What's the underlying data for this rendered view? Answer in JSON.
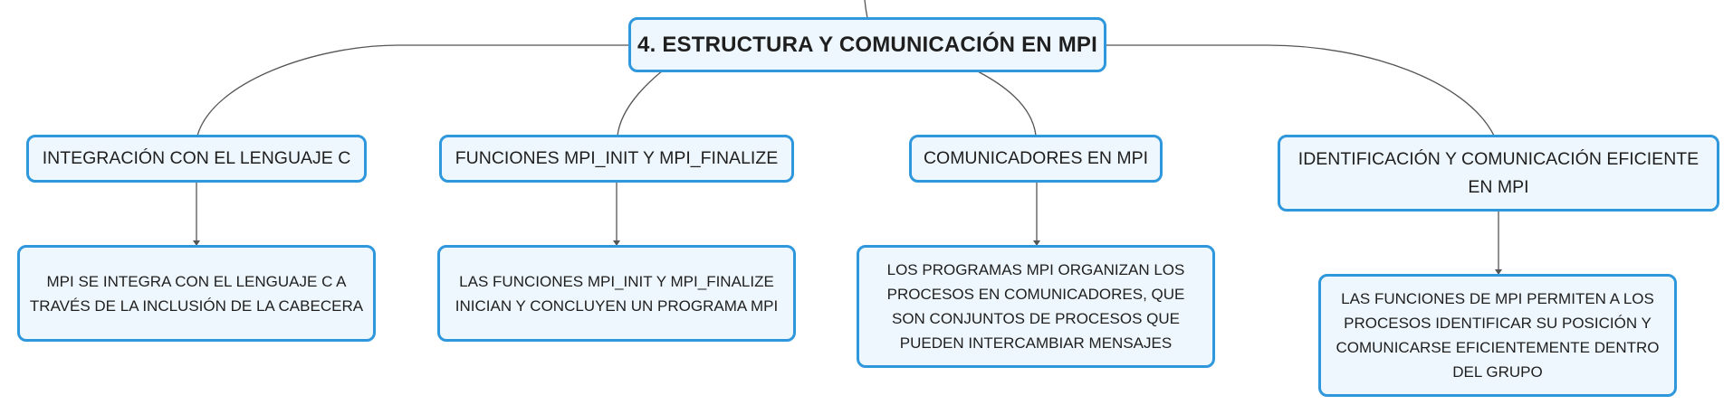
{
  "colors": {
    "node_border": "#2f97dc",
    "node_fill": "#eef7fd",
    "connector": "#555555",
    "text": "#1f1f1f"
  },
  "root": {
    "label": "4. ESTRUCTURA Y COMUNICACIÓN EN MPI"
  },
  "branches": [
    {
      "label": "INTEGRACIÓN CON EL LENGUAJE C",
      "detail": "MPI SE INTEGRA CON EL LENGUAJE C A TRAVÉS DE LA INCLUSIÓN DE LA CABECERA"
    },
    {
      "label": "FUNCIONES MPI_INIT Y MPI_FINALIZE",
      "detail": "LAS FUNCIONES MPI_INIT Y MPI_FINALIZE INICIAN Y CONCLUYEN UN PROGRAMA MPI"
    },
    {
      "label": "COMUNICADORES EN MPI",
      "detail": "LOS PROGRAMAS MPI ORGANIZAN LOS PROCESOS EN COMUNICADORES, QUE SON CONJUNTOS DE PROCESOS QUE PUEDEN INTERCAMBIAR MENSAJES"
    },
    {
      "label": "IDENTIFICACIÓN Y COMUNICACIÓN EFICIENTE EN MPI",
      "detail": "LAS FUNCIONES DE MPI PERMITEN A LOS PROCESOS IDENTIFICAR SU POSICIÓN Y COMUNICARSE EFICIENTEMENTE DENTRO DEL GRUPO"
    }
  ]
}
